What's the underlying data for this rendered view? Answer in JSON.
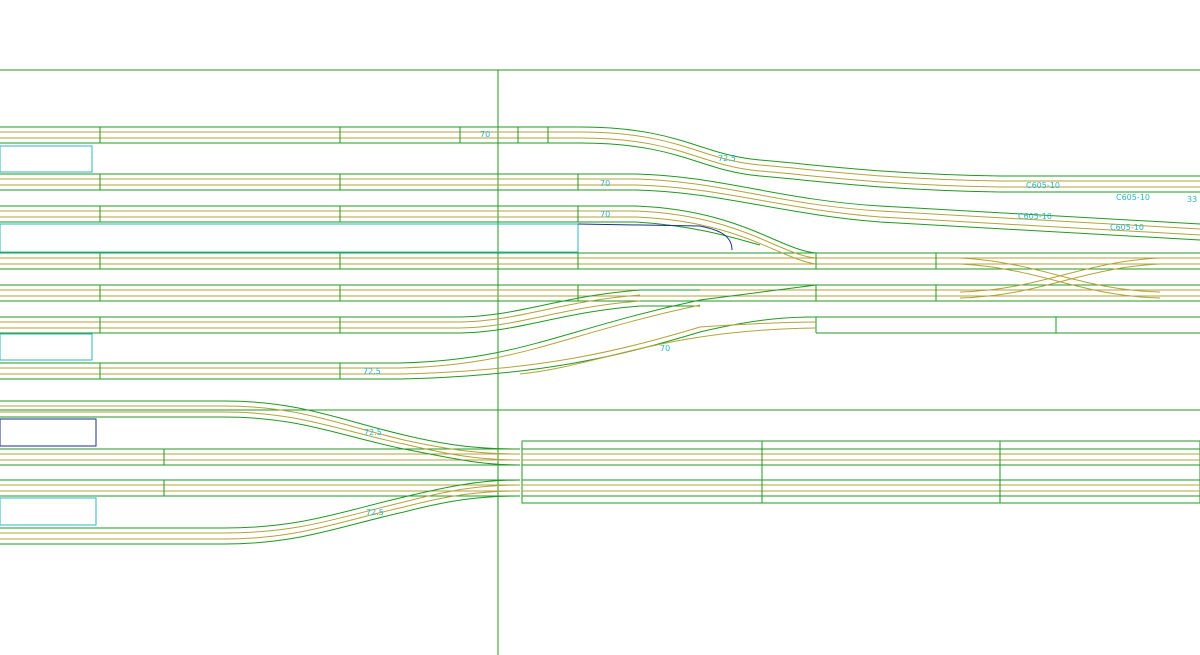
{
  "diagram": {
    "labels": {
      "t70_top": "70",
      "r72_5_a": "72.5",
      "t70_b": "70",
      "t70_c": "70",
      "c605_a": "C605-10",
      "c605_b": "C605-10",
      "c605_c": "C605-10",
      "c605_d": "C605-10",
      "t33": "33",
      "t72_5_mid": "72.5",
      "t70_mid": "70",
      "t72_5_low_a": "72.5",
      "t72_5_low_b": "72.5"
    },
    "colors": {
      "rail": "#1f9a1f",
      "tie": "#b5a23a",
      "platform": "#2bb5c8",
      "platform_dark": "#1a2d8f",
      "label": "#2bb5c8",
      "grid": "#1f9a1f"
    }
  }
}
